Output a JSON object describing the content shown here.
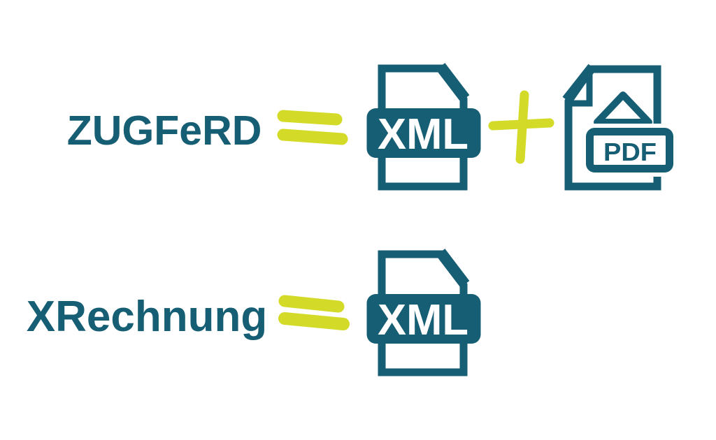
{
  "colors": {
    "teal": "#165E73",
    "yellow": "#D3DB28",
    "background": "#FFFFFF"
  },
  "rows": [
    {
      "name": "zugferd",
      "label": "ZUGFeRD",
      "operator": "equals",
      "items": [
        {
          "type": "xml-file",
          "badge": "XML"
        },
        {
          "type": "plus"
        },
        {
          "type": "pdf-file",
          "badge": "PDF"
        }
      ]
    },
    {
      "name": "xrechnung",
      "label": "XRechnung",
      "operator": "equals",
      "items": [
        {
          "type": "xml-file",
          "badge": "XML"
        }
      ]
    }
  ]
}
